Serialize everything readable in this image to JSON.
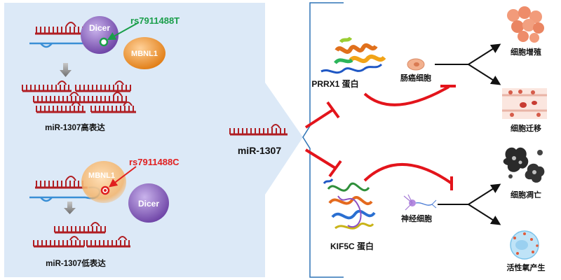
{
  "left_panel": {
    "top": {
      "enzyme_label": "Dicer",
      "protein_label": "MBNL1",
      "snp_label": "rs7911488T",
      "snp_color": "#1a9e4a",
      "result_label": "miR-1307高表达"
    },
    "bottom": {
      "enzyme_label": "Dicer",
      "protein_label": "MBNL1",
      "snp_label": "rs7911488C",
      "snp_color": "#e01f1f",
      "result_label": "miR-1307低表达"
    }
  },
  "center": {
    "mirna_label": "miR-1307"
  },
  "right_panel": {
    "targets": [
      {
        "protein_label": "PRRX1 蛋白",
        "cell_label": "肠癌细胞"
      },
      {
        "protein_label": "KIF5C 蛋白",
        "cell_label": "神经细胞"
      }
    ],
    "outcomes": [
      {
        "label": "细胞增殖",
        "icon": "proliferation-cells-icon"
      },
      {
        "label": "细胞迁移",
        "icon": "migration-cells-icon"
      },
      {
        "label": "细胞凋亡",
        "icon": "apoptosis-cells-icon"
      },
      {
        "label": "活性氧产生",
        "icon": "ros-cell-icon"
      }
    ]
  },
  "colors": {
    "panel_bg": "#dce9f7",
    "rna_red": "#b01e23",
    "rna_blue": "#3a8fd6",
    "inhibit_red": "#e3141b",
    "dicer_purple": "#7a4fb0",
    "mbnl1_orange": "#f08a1c",
    "frame_blue": "#2e74b5"
  }
}
